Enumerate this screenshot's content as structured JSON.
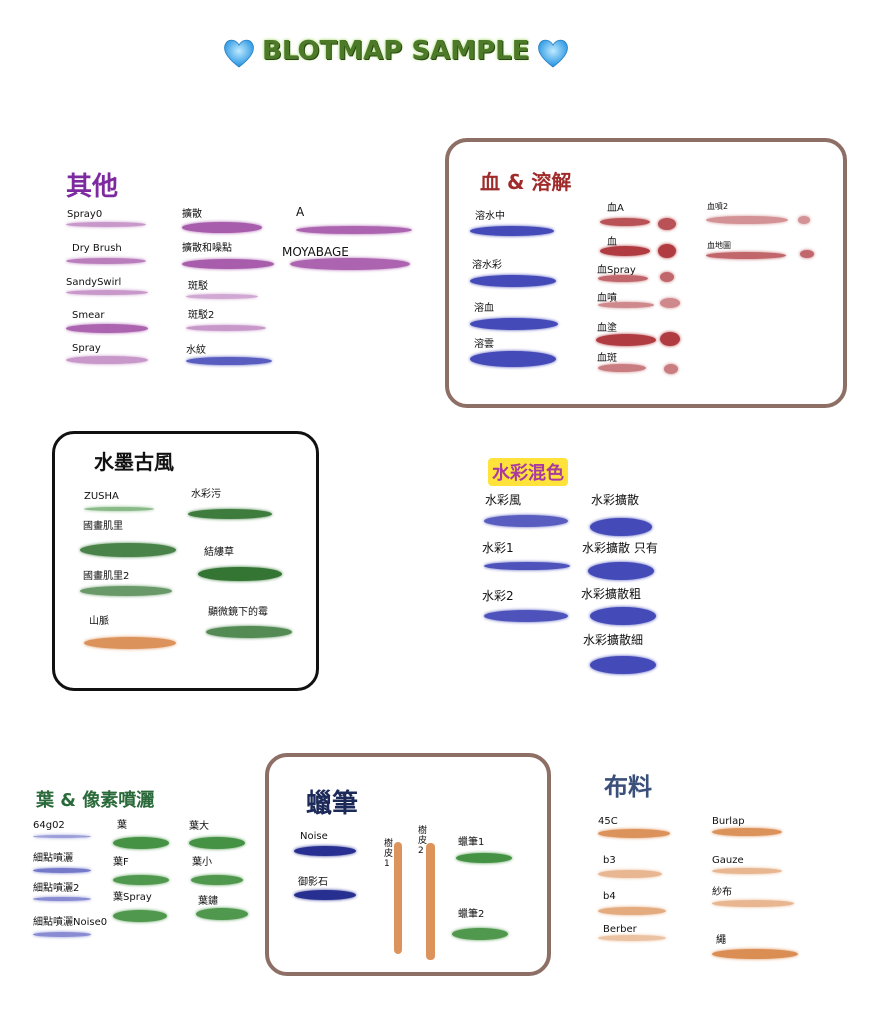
{
  "header": {
    "title": "BLOTMAP SAMPLE"
  },
  "colors": {
    "purple": "#a454a8",
    "blue": "#3b41b5",
    "red": "#a8272d",
    "green": "#3c8d3a",
    "dark_green": "#2a6e2a",
    "orange": "#d9884a",
    "navy": "#1c248c",
    "box_brown": "#8e6f66"
  },
  "sections": {
    "other": {
      "title": "其他",
      "labels": [
        "Spray0",
        "Dry Brush",
        "SandySwirl",
        "Smear",
        "Spray",
        "擴散",
        "擴散和噪點",
        "斑駁",
        "斑駁2",
        "水紋",
        "A",
        "MOYABAGE"
      ]
    },
    "blood": {
      "title": "血 & 溶解",
      "labels": [
        "溶水中",
        "溶水彩",
        "溶血",
        "溶雲",
        "血A",
        "血",
        "血Spray",
        "血噴",
        "血塗",
        "血斑",
        "血噴2",
        "血地圖"
      ]
    },
    "ink": {
      "title": "水墨古風",
      "labels": [
        "ZUSHA",
        "國畫肌里",
        "國畫肌里2",
        "山脈",
        "水彩污",
        "結縷草",
        "顯微鏡下的霉"
      ]
    },
    "watercolor": {
      "title": "水彩混色",
      "labels": [
        "水彩風",
        "水彩1",
        "水彩2",
        "水彩擴散",
        "水彩擴散 只有",
        "水彩擴散粗",
        "水彩擴散細"
      ]
    },
    "leaf": {
      "title": "葉 & 像素噴灑",
      "labels": [
        "64g02",
        "細點噴灑",
        "細點噴灑2",
        "細點噴灑Noise0",
        "葉",
        "葉F",
        "葉Spray",
        "葉大",
        "葉小",
        "葉鏽"
      ]
    },
    "crayon": {
      "title": "蠟筆",
      "labels": [
        "Noise",
        "御影石",
        "樹皮 1",
        "樹皮 2",
        "蠟筆1",
        "蠟筆2"
      ]
    },
    "fabric": {
      "title": "布料",
      "labels": [
        "45C",
        "b3",
        "b4",
        "Berber",
        "Burlap",
        "Gauze",
        "紗布",
        "繩"
      ]
    }
  }
}
